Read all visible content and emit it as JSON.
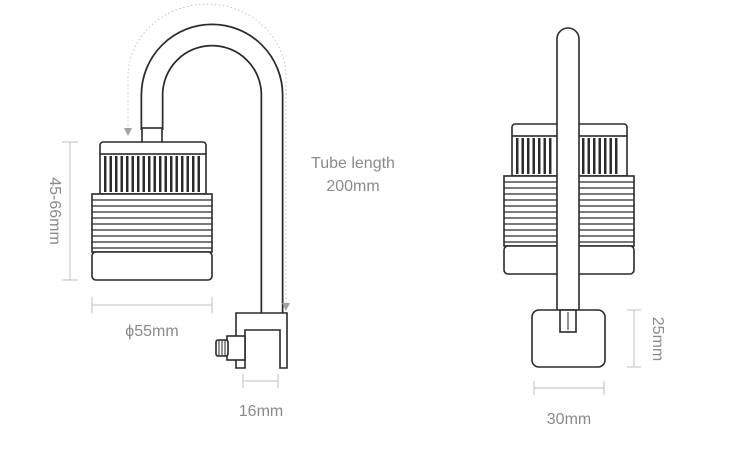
{
  "labels": {
    "tube_length_line1": "Tube length",
    "tube_length_line2": "200mm",
    "height_range": "45-66mm",
    "diameter": "ϕ55mm",
    "clip_width": "16mm",
    "clamp_height": "25mm",
    "clamp_width": "30mm"
  },
  "colors": {
    "outline": "#2a2a2a",
    "dimension": "#8a8a8a",
    "background": "#ffffff"
  }
}
